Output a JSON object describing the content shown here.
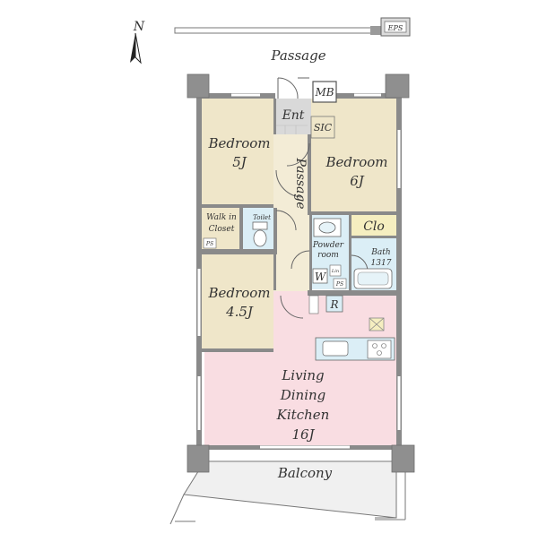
{
  "compass": {
    "letter": "N"
  },
  "labels": {
    "passage_outside": "Passage",
    "eps": "EPS",
    "mb": "MB",
    "ent": "Ent",
    "sic": "SIC",
    "bedroom": "Bedroom",
    "bedroom_a_size": "5J",
    "bedroom_b_size": "6J",
    "bedroom_c_size": "4.5J",
    "passage_inside": "Passage",
    "walk_in": "Walk in",
    "closet": "Closet",
    "toilet": "Toilet",
    "ps": "PS",
    "clo": "Clo",
    "powder": "Powder",
    "room": "room",
    "bath": "Bath",
    "bath_size": "1317",
    "w": "W",
    "lin": "Lin",
    "r": "R",
    "living": "Living",
    "dining": "Dining",
    "kitchen": "Kitchen",
    "ldk_size": "16J",
    "balcony": "Balcony"
  },
  "colors": {
    "bedroom": "#efe6c9",
    "wet": "#dbeef6",
    "ldk": "#f9dde2",
    "clo": "#f5eec0",
    "hall": "#f3ecd6",
    "entry": "#d9d9d9",
    "wall": "#8a8a8a"
  }
}
